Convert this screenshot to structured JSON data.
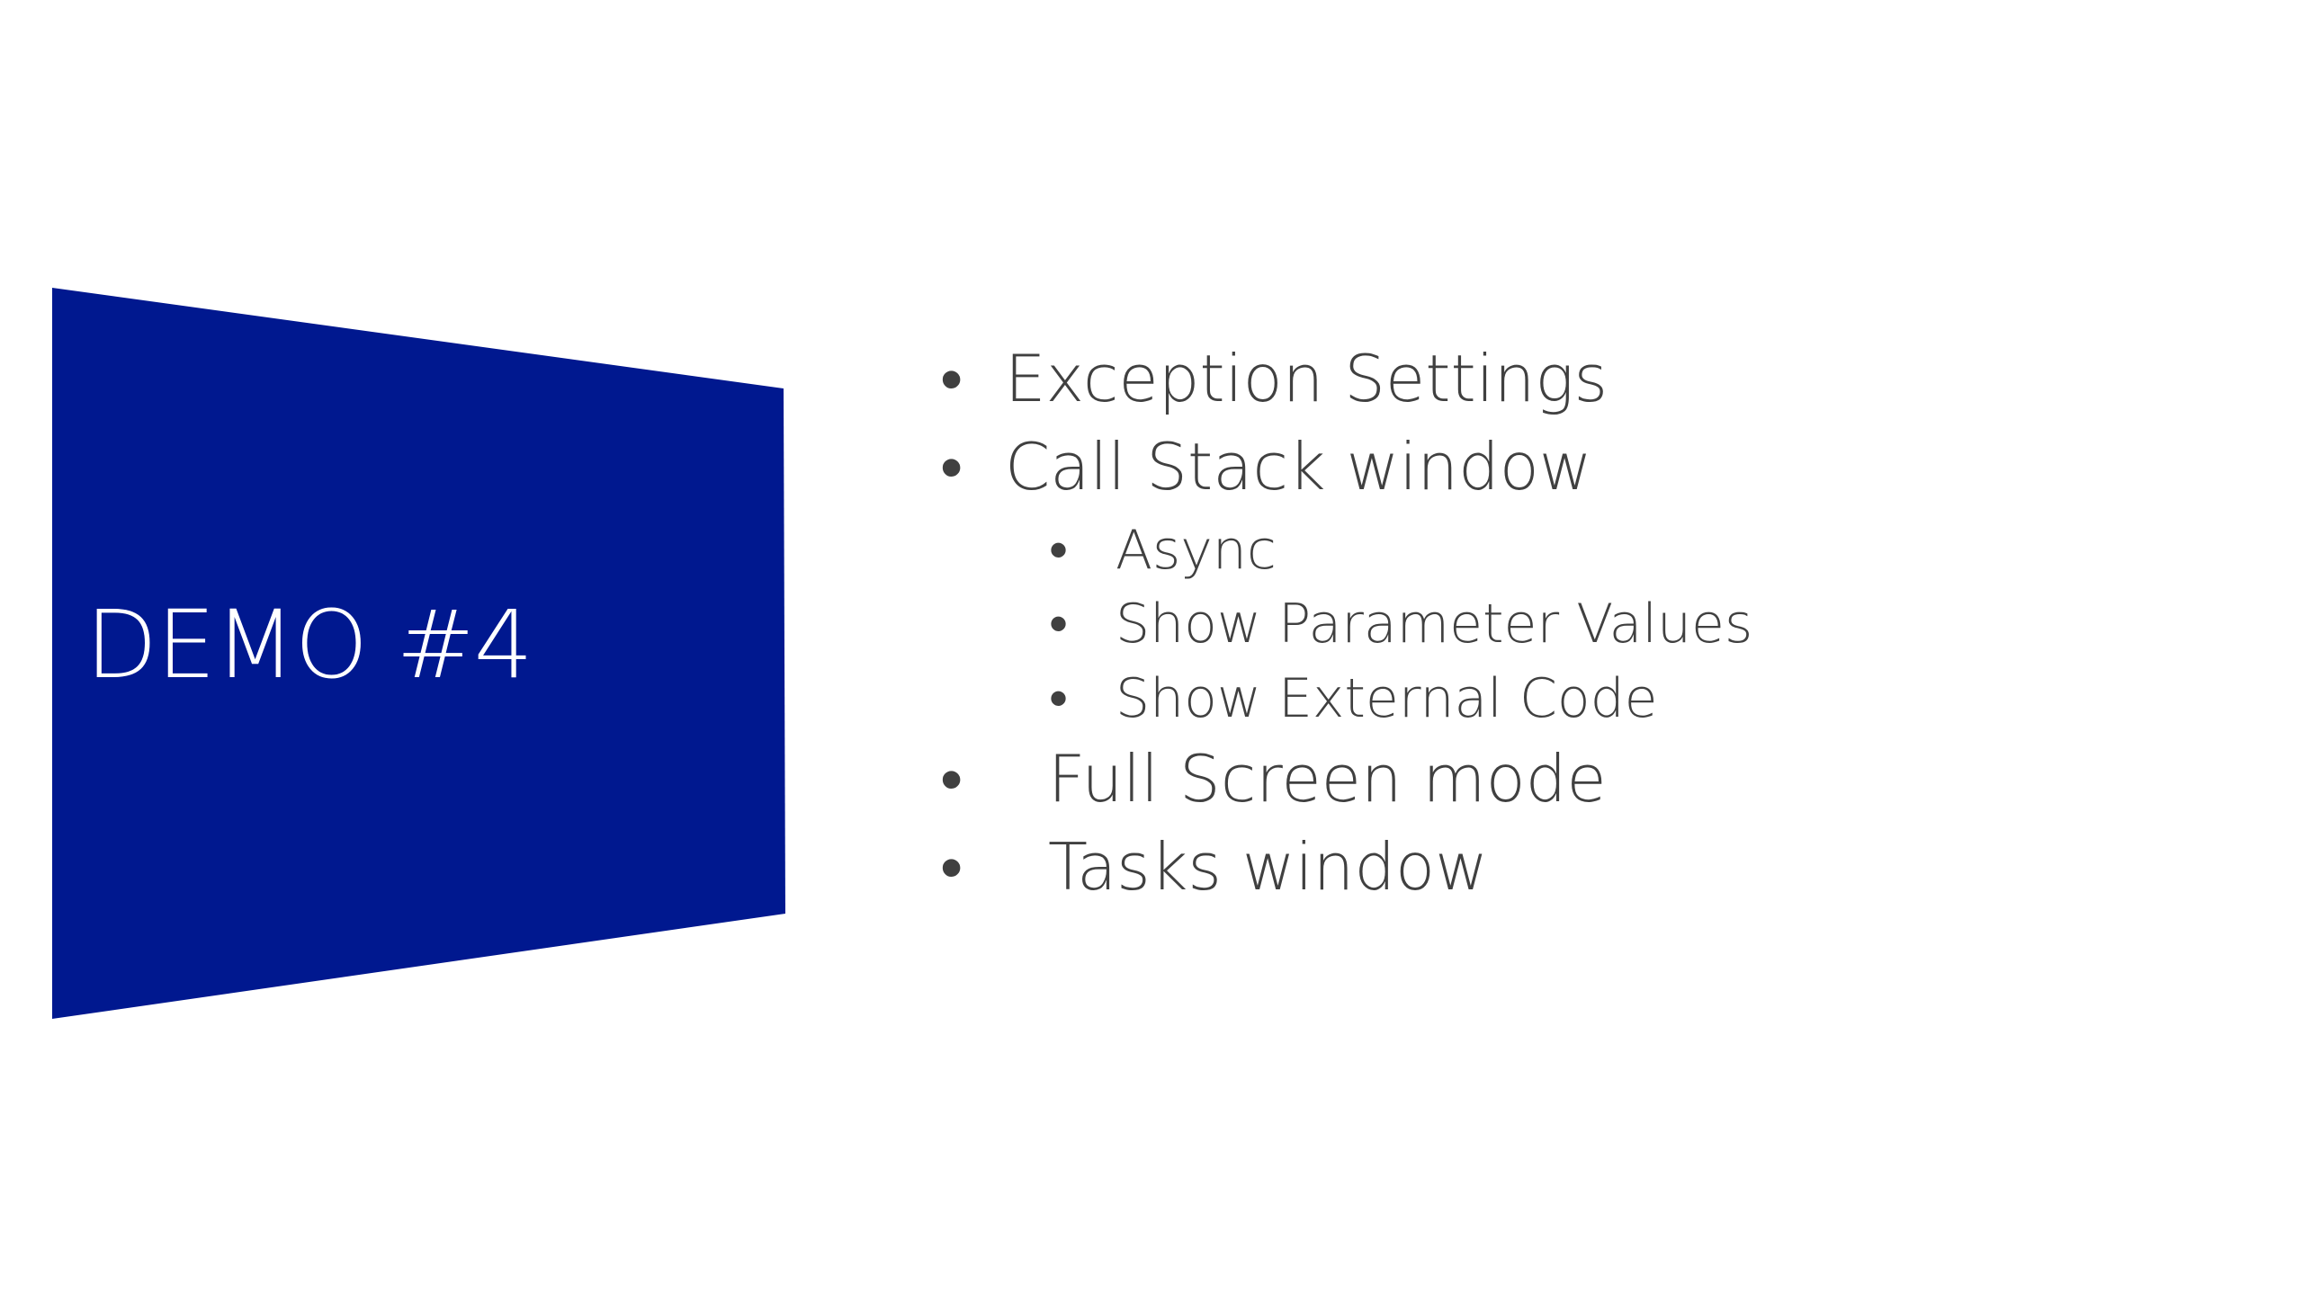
{
  "demo": {
    "title": "DEMO #4",
    "panel_color": "#00188f"
  },
  "bullets": {
    "bullet_char": "•",
    "items": [
      {
        "text": "Exception Settings"
      },
      {
        "text": "Call Stack window"
      },
      {
        "text": "Async"
      },
      {
        "text": "Show Parameter Values"
      },
      {
        "text": "Show External Code"
      },
      {
        "text": "Full Screen mode"
      },
      {
        "text": "Tasks window"
      }
    ]
  },
  "colors": {
    "background": "#ffffff",
    "text": "#404040"
  }
}
